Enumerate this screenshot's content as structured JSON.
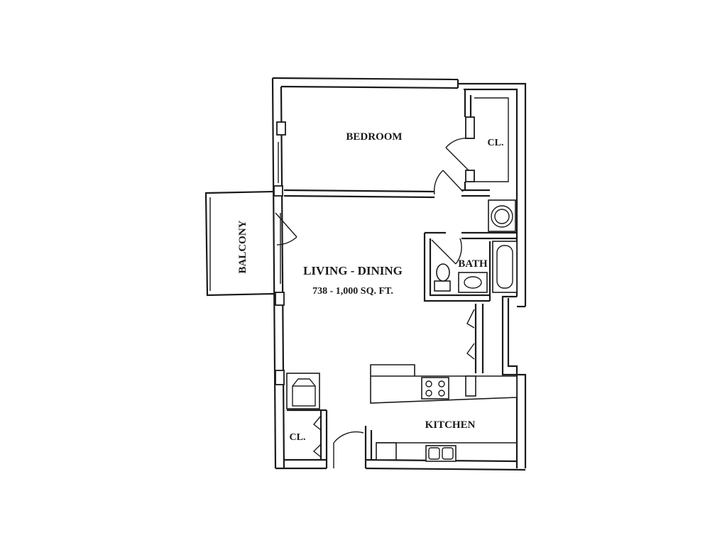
{
  "rooms": {
    "bedroom": "BEDROOM",
    "bedroom_closet": "CL.",
    "balcony": "BALCONY",
    "living_dining": "LIVING - DINING",
    "area": "738 - 1,000 SQ. FT.",
    "bath": "BATH",
    "kitchen": "KITCHEN",
    "entry_closet": "CL."
  }
}
